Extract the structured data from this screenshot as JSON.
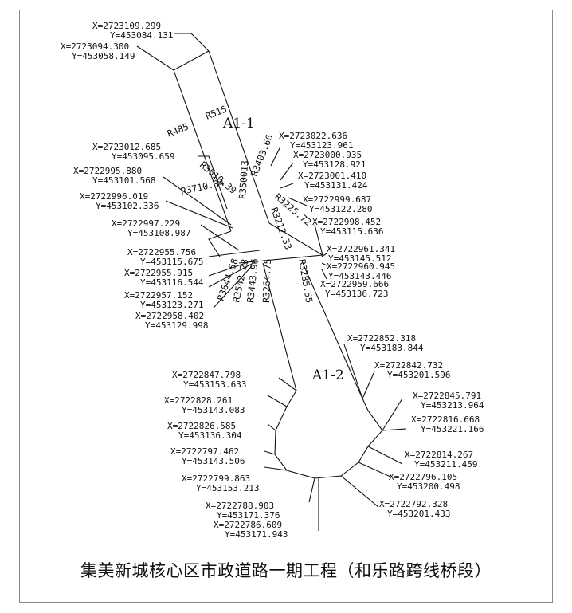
{
  "caption": "集美新城核心区市政道路一期工程（和乐路跨线桥段）",
  "roads": [
    "A1-1",
    "A1-2"
  ],
  "radii": [
    "R515",
    "R485",
    "R350013",
    "R3403.66",
    "R3610.39",
    "R3710.34",
    "R3225.72",
    "R3212.33",
    "R3644.58",
    "R3542.23",
    "R3443.96",
    "R3264.75",
    "R3285.55"
  ],
  "points": [
    {
      "x": "X=2723109.299",
      "y": "Y=453084.131"
    },
    {
      "x": "X=2723094.300",
      "y": "Y=453058.149"
    },
    {
      "x": "X=2723022.636",
      "y": "Y=453123.961"
    },
    {
      "x": "X=2723012.685",
      "y": "Y=453095.659"
    },
    {
      "x": "X=2723000.935",
      "y": "Y=453128.921"
    },
    {
      "x": "X=2722995.880",
      "y": "Y=453101.568"
    },
    {
      "x": "X=2723001.410",
      "y": "Y=453131.424"
    },
    {
      "x": "X=2722996.019",
      "y": "Y=453102.336"
    },
    {
      "x": "X=2722999.687",
      "y": "Y=453122.280"
    },
    {
      "x": "X=2722997.229",
      "y": "Y=453108.987"
    },
    {
      "x": "X=2722998.452",
      "y": "Y=453115.636"
    },
    {
      "x": "X=2722955.756",
      "y": "Y=453115.675"
    },
    {
      "x": "X=2722961.341",
      "y": "Y=453145.512"
    },
    {
      "x": "X=2722960.945",
      "y": "Y=453143.446"
    },
    {
      "x": "X=2722955.915",
      "y": "Y=453116.544"
    },
    {
      "x": "X=2722959.666",
      "y": "Y=453136.723"
    },
    {
      "x": "X=2722957.152",
      "y": "Y=453123.271"
    },
    {
      "x": "X=2722958.402",
      "y": "Y=453129.998"
    },
    {
      "x": "X=2722852.318",
      "y": "Y=453183.844"
    },
    {
      "x": "X=2722842.732",
      "y": "Y=453201.596"
    },
    {
      "x": "X=2722847.798",
      "y": "Y=453153.633"
    },
    {
      "x": "X=2722845.791",
      "y": "Y=453213.964"
    },
    {
      "x": "X=2722828.261",
      "y": "Y=453143.083"
    },
    {
      "x": "X=2722816.668",
      "y": "Y=453221.166"
    },
    {
      "x": "X=2722826.585",
      "y": "Y=453136.304"
    },
    {
      "x": "X=2722814.267",
      "y": "Y=453211.459"
    },
    {
      "x": "X=2722797.462",
      "y": "Y=453143.506"
    },
    {
      "x": "X=2722796.105",
      "y": "Y=453200.498"
    },
    {
      "x": "X=2722799.863",
      "y": "Y=453153.213"
    },
    {
      "x": "X=2722792.328",
      "y": "Y=453201.433"
    },
    {
      "x": "X=2722788.903",
      "y": "Y=453171.376"
    },
    {
      "x": "X=2722786.609",
      "y": "Y=453171.943"
    }
  ]
}
